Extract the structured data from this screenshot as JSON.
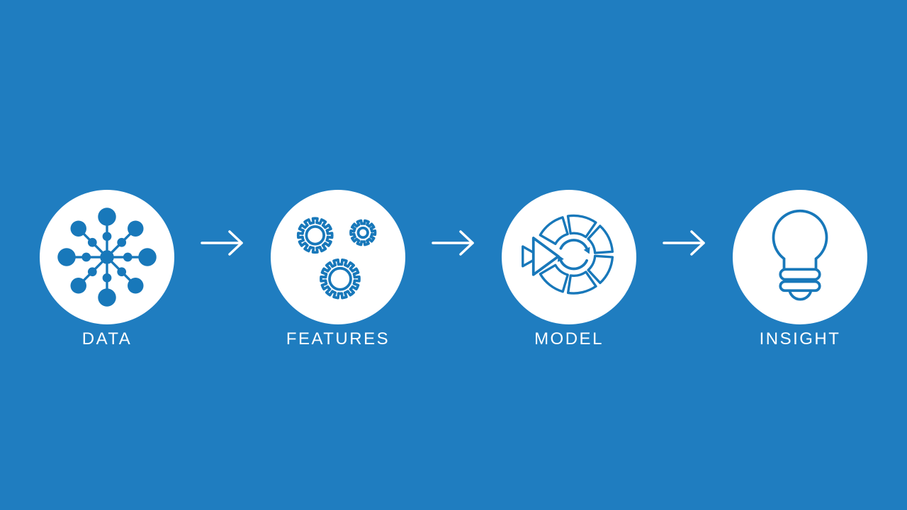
{
  "slide": {
    "stages": [
      {
        "label": "DATA",
        "icon": "network-hub-icon"
      },
      {
        "label": "FEATURES",
        "icon": "gears-icon"
      },
      {
        "label": "MODEL",
        "icon": "model-cycle-icon"
      },
      {
        "label": "INSIGHT",
        "icon": "lightbulb-icon"
      }
    ],
    "connectors": [
      {
        "icon": "right-arrow-icon"
      },
      {
        "icon": "right-arrow-icon"
      },
      {
        "icon": "right-arrow-icon"
      }
    ]
  },
  "colors": {
    "background": "#1F7DC0",
    "icon_blue": "#1878BA",
    "circle_fill": "#FFFFFF",
    "label_text": "#FFFFFF",
    "arrow": "#FFFFFF"
  }
}
